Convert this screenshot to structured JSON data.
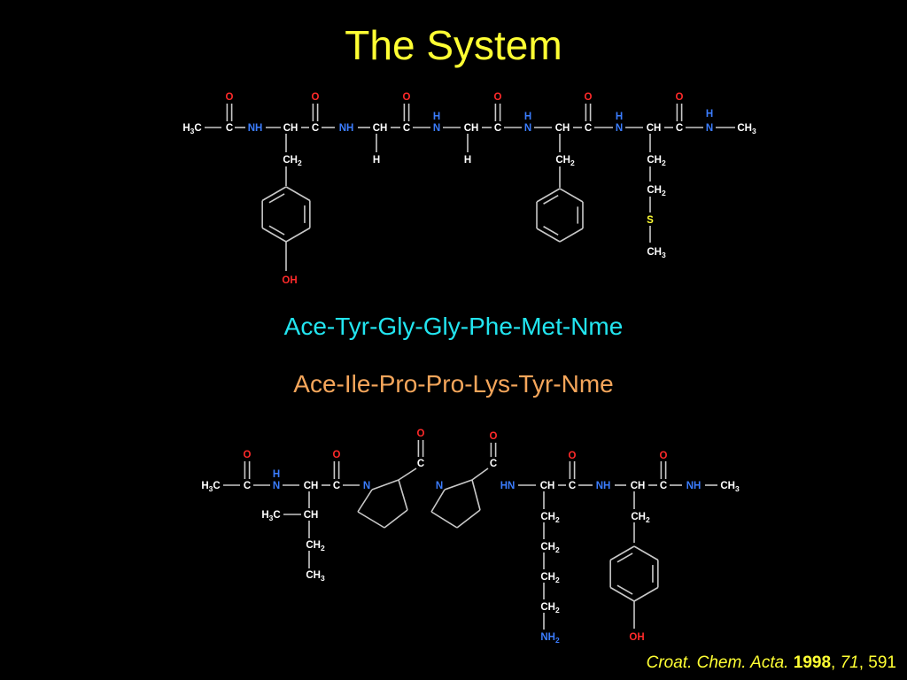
{
  "title": "The System",
  "sequences": [
    "Ace-Tyr-Gly-Gly-Phe-Met-Nme",
    "Ace-Ile-Pro-Pro-Lys-Tyr-Nme"
  ],
  "citation": {
    "journal": "Croat. Chem. Acta.",
    "year": "1998",
    "volume": "71",
    "page": "591"
  },
  "colors": {
    "title": "#ffff33",
    "seq1": "#22e5f0",
    "seq2": "#f5a65b",
    "oxygen": "#ff2a2a",
    "nitrogen": "#3b7dff",
    "sulfur": "#ffff33",
    "carbon": "#ffffff",
    "bond": "#c8c8c8"
  },
  "atom_labels": {
    "o": "O",
    "c": "C",
    "ch": "CH",
    "nh": "NH",
    "hn": "HN",
    "h": "H",
    "n": "N",
    "s": "S",
    "oh": "OH",
    "ch2": "CH2",
    "ch3": "CH3",
    "h3c": "H3C",
    "nh2": "NH2"
  }
}
